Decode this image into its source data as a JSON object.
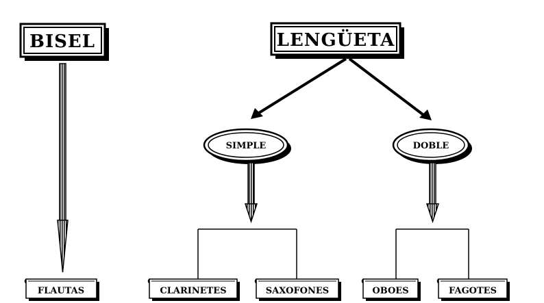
{
  "nodes": {
    "bisel": "BISEL",
    "lengueta": "LENGÜETA",
    "simple": "SIMPLE",
    "doble": "DOBLE",
    "flautas": "FLAUTAS",
    "clarinetes": "CLARINETES",
    "saxofones": "SAXOFONES",
    "oboes": "OBOES",
    "fagotes": "FAGOTES"
  }
}
